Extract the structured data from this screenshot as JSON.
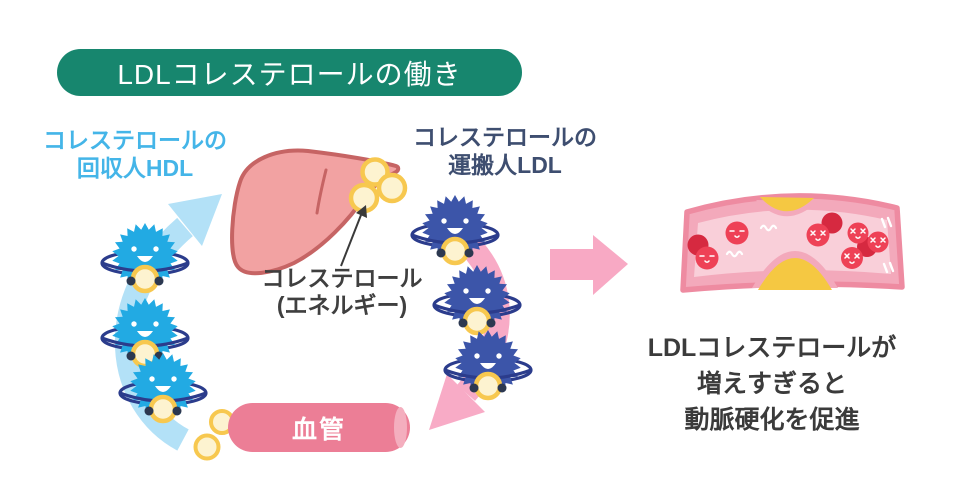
{
  "title": {
    "text": "LDLコレステロールの働き",
    "bg_color": "#17866e",
    "text_color": "#ffffff"
  },
  "hdl_label": {
    "line1": "コレステロールの",
    "line2": "回収人HDL",
    "color": "#44b5e8"
  },
  "ldl_label": {
    "line1": "コレステロールの",
    "line2": "運搬人LDL",
    "color": "#3e4e70"
  },
  "cholesterol_label": {
    "line1": "コレステロール",
    "line2": "(エネルギー)",
    "color": "#3f3f3f"
  },
  "vessel_pill": {
    "text": "血管",
    "bg_color": "#ec7e96",
    "cap_color": "#f4aebe",
    "text_color": "#ffffff"
  },
  "caption": {
    "line1": "LDLコレステロールが",
    "line2": "増えすぎると",
    "line3": "動脈硬化を促進",
    "color": "#3b3b3b"
  },
  "characters": {
    "hdl": {
      "label": "HDL",
      "body_color": "#22aae3",
      "count": 3
    },
    "ldl": {
      "label": "LDL",
      "body_color": "#3c55a9",
      "count": 3
    },
    "arm_color": "#2b3c8c",
    "hand_color": "#2c3850",
    "cargo_ring_color": "#f7c84f",
    "cargo_fill_color": "#fdf3d0"
  },
  "graphics": {
    "hdl_arrow_color": "#b3e1f7",
    "ldl_arrow_color": "#f8abc6",
    "big_arrow_color": "#f8a9c4",
    "liver_fill": "#f2a2a2",
    "liver_stroke": "#c66464",
    "cholesterol_ball_ring": "#f7c84f",
    "cholesterol_ball_fill": "#fdf3d0",
    "vessel_wall": "#f3a9bb",
    "vessel_outline": "#ee8ba1",
    "vessel_lumen": "#f9cfd9",
    "plaque_color": "#f5c842",
    "rbc_color": "#ee4156",
    "rbc_dark_color": "#d62940",
    "annotation_arrow_color": "#3a3a3a"
  }
}
